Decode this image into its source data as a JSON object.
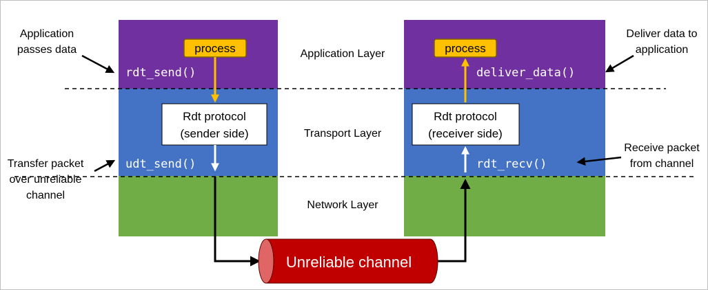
{
  "colors": {
    "application": "#7030a0",
    "transport": "#4472c4",
    "network": "#70ad47",
    "process_fill": "#ffc000",
    "process_border": "#7f6000",
    "arrow_orange": "#ffc000",
    "channel_fill": "#c00000",
    "channel_end": "#e06666"
  },
  "sender": {
    "process_label": "process",
    "send_call": "rdt_send()",
    "protocol_line1": "Rdt protocol",
    "protocol_line2": "(sender side)",
    "udt_call": "udt_send()"
  },
  "receiver": {
    "process_label": "process",
    "deliver_call": "deliver_data()",
    "protocol_line1": "Rdt protocol",
    "protocol_line2": "(receiver side)",
    "recv_call": "rdt_recv()"
  },
  "layers": {
    "application": "Application Layer",
    "transport": "Transport Layer",
    "network": "Network Layer"
  },
  "annotations": {
    "app_passes_line1": "Application",
    "app_passes_line2": "passes data",
    "transfer_line1": "Transfer packet",
    "transfer_line2": "over unreliable",
    "transfer_line3": "channel",
    "deliver_line1": "Deliver data to",
    "deliver_line2": "application",
    "receive_line1": "Receive packet",
    "receive_line2": "from channel"
  },
  "channel": {
    "label": "Unreliable channel"
  }
}
